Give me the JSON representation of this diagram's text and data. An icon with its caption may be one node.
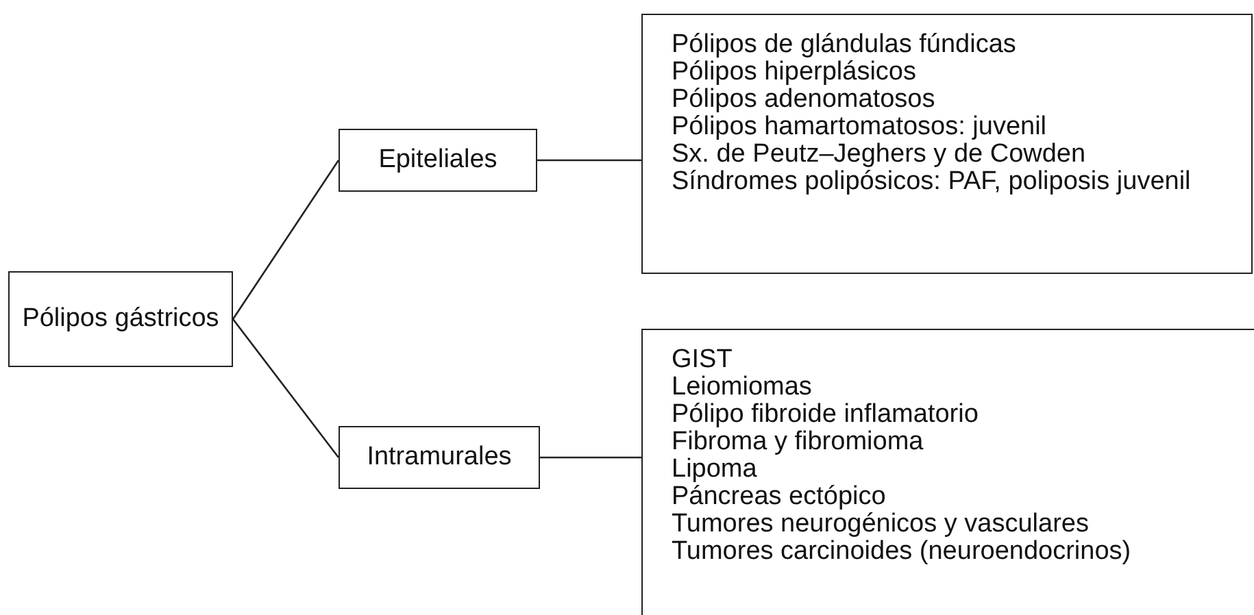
{
  "diagram": {
    "nodes": [
      {
        "text": [
          "Pólipos gástricos"
        ]
      },
      {
        "text": [
          "Epiteliales"
        ]
      },
      {
        "text": [
          "Intramurales"
        ]
      },
      {
        "text": [
          "Pólipos de glándulas fúndicas",
          "Pólipos hiperplásicos",
          "Pólipos adenomatosos",
          "Pólipos hamartomatosos: juvenil",
          "Sx. de Peutz–Jeghers y de Cowden",
          "Síndromes polipósicos: PAF, poliposis juvenil"
        ]
      },
      {
        "text": [
          "GIST",
          "Leiomiomas",
          "Pólipo fibroide inflamatorio",
          "Fibroma y fibromioma",
          "Lipoma",
          "Páncreas ectópico",
          "Tumores neurogénicos y vasculares",
          "Tumores carcinoides (neuroendocrinos)"
        ]
      }
    ],
    "edges": [
      {
        "from": 0,
        "to": 1,
        "arrow": "none"
      },
      {
        "from": 0,
        "to": 2,
        "arrow": "none"
      },
      {
        "from": 1,
        "to": 3,
        "arrow": "none"
      },
      {
        "from": 2,
        "to": 4,
        "arrow": "none"
      }
    ]
  }
}
